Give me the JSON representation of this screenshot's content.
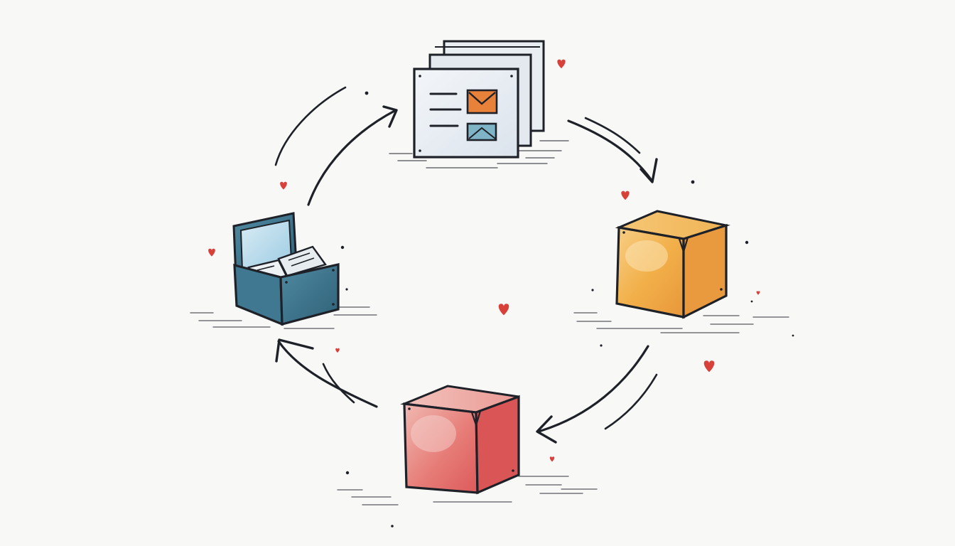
{
  "diagram": {
    "type": "cycle",
    "direction": "clockwise",
    "nodes": [
      {
        "id": "documents",
        "icon": "document-stack-icon",
        "accent": "#e8813a",
        "position": "top"
      },
      {
        "id": "orange-box",
        "icon": "orange-box-icon",
        "accent": "#f0a83c",
        "position": "right"
      },
      {
        "id": "red-box",
        "icon": "red-box-icon",
        "accent": "#e05a5a",
        "position": "bottom"
      },
      {
        "id": "file-box",
        "icon": "file-box-icon",
        "accent": "#3d7189",
        "position": "left"
      }
    ],
    "edges": [
      {
        "from": "documents",
        "to": "orange-box"
      },
      {
        "from": "orange-box",
        "to": "red-box"
      },
      {
        "from": "red-box",
        "to": "file-box"
      },
      {
        "from": "file-box",
        "to": "documents"
      }
    ],
    "decorations": {
      "heart_color": "#d8403a",
      "ink_color": "#1e2128"
    }
  }
}
